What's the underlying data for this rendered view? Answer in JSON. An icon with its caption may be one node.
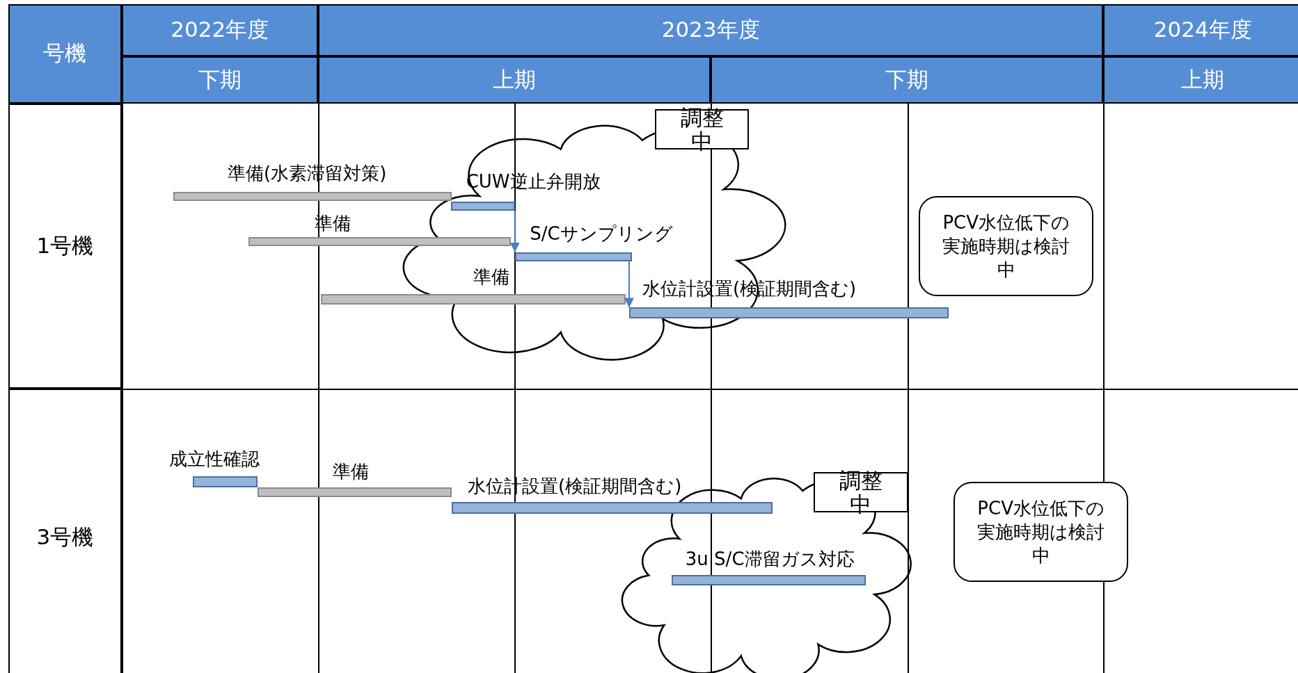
{
  "diagram": {
    "nodes": [
      {
        "text": [
          "調整中"
        ]
      },
      {
        "text": [
          "準備(水素滞留対策)"
        ]
      },
      {
        "text": [
          "CUW逆止弁開放"
        ]
      },
      {
        "text": [
          "準備"
        ]
      },
      {
        "text": [
          "S/Cサンプリング"
        ]
      },
      {
        "text": [
          "準備"
        ]
      },
      {
        "text": [
          "水位計設置(検証期間含む)"
        ]
      },
      {
        "text": [
          "PCV水位低下の実施時期は検討中"
        ]
      },
      {
        "text": [
          "成立性確認"
        ]
      },
      {
        "text": [
          "準備"
        ]
      },
      {
        "text": [
          "水位計設置(検証期間含む)"
        ]
      },
      {
        "text": [
          "調整中"
        ]
      },
      {
        "text": [
          "3u S/C滞留ガス対応"
        ]
      },
      {
        "text": [
          "PCV水位低下の実施時期は検討中"
        ]
      }
    ],
    "edges": [
      {
        "from": 2,
        "to": 4,
        "arrow": "to"
      },
      {
        "from": 4,
        "to": 6,
        "arrow": "to"
      }
    ],
    "labels": [
      "号機",
      "2022年度",
      "2023年度",
      "2024年度",
      "下期",
      "上期",
      "下期",
      "上期",
      "1号機",
      "3号機"
    ]
  }
}
